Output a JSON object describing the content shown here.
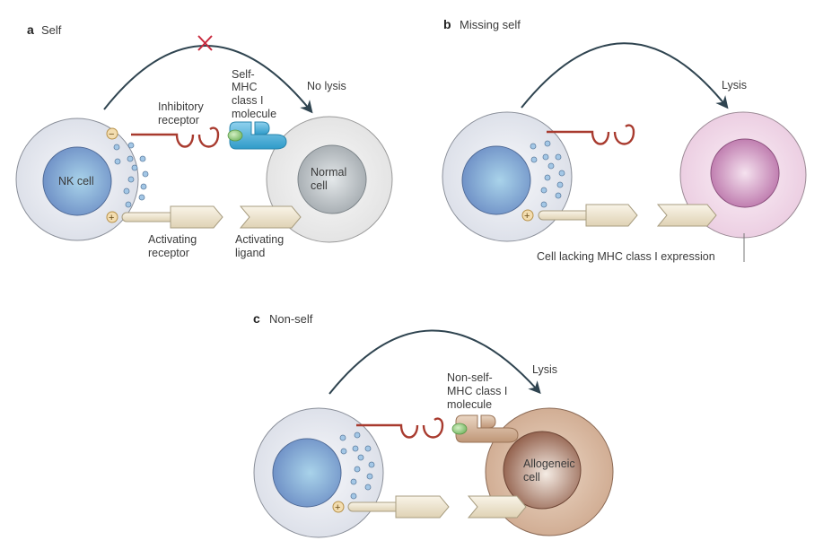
{
  "figure": {
    "panels": [
      {
        "letter": "a",
        "title": "Self",
        "outcome": "No lysis",
        "blocked_marker": "red-x",
        "labels": {
          "nk_cell": "NK cell",
          "target_cell_line1": "Normal",
          "target_cell_line2": "cell",
          "inhibitory_line1": "Inhibitory",
          "inhibitory_line2": "receptor",
          "mhc_line1": "Self-",
          "mhc_line2": "MHC",
          "mhc_line3": "class I",
          "mhc_line4": "molecule",
          "act_receptor_line1": "Activating",
          "act_receptor_line2": "receptor",
          "act_ligand_line1": "Activating",
          "act_ligand_line2": "ligand",
          "minus_sign": "−",
          "plus_sign": "+"
        }
      },
      {
        "letter": "b",
        "title": "Missing self",
        "outcome": "Lysis",
        "labels": {
          "target_caption": "Cell lacking MHC class I  expression",
          "plus_sign": "+"
        }
      },
      {
        "letter": "c",
        "title": "Non-self",
        "outcome": "Lysis",
        "labels": {
          "target_cell_line1": "Allogeneic",
          "target_cell_line2": "cell",
          "mhc_line1": "Non-self-",
          "mhc_line2": "MHC class I",
          "mhc_line3": "molecule",
          "plus_sign": "+"
        }
      }
    ],
    "colors": {
      "nk_cytoplasm": "#e4e7ee",
      "nk_nucleus": "#7e9fcf",
      "normal_cell": "#ececec",
      "normal_nucleus": "#b7bcc0",
      "missing_self_cell": "#f1d9ea",
      "missing_self_nucleus": "#c57fb3",
      "allogeneic_cell": "#d9b89e",
      "allogeneic_nucleus": "#a0705a",
      "inhibitory_receptor": "#a83a2e",
      "self_mhc": "#4aaed6",
      "nonself_mhc": "#cda98c",
      "peptide": "#8fc87d",
      "activating": "#efe6d2",
      "arrow": "#2f4450",
      "block_x": "#c8283c",
      "granule": "#8fb4d8"
    }
  }
}
